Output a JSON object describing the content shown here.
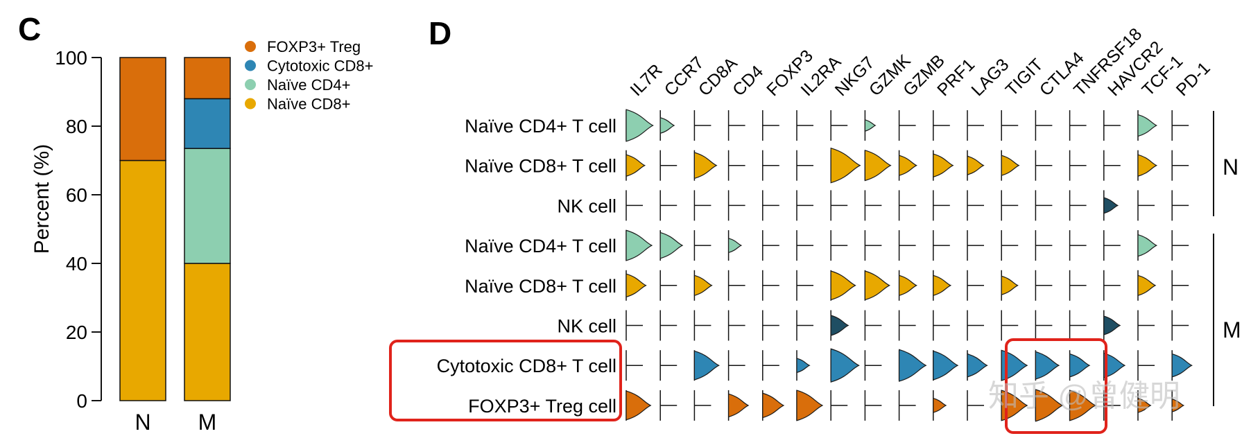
{
  "panel_c": {
    "label": "C",
    "legend": [
      "FOXP3+ Treg",
      "Cytotoxic CD8+",
      "Naïve CD4+",
      "Naïve CD8+"
    ]
  },
  "panel_d": {
    "label": "D",
    "group_labels": [
      "N",
      "M"
    ]
  },
  "watermark": "知乎 @曾健明",
  "colors": {
    "foxp3_treg": "#D96E0B",
    "cytotoxic_cd8": "#2E86B4",
    "naive_cd4": "#8DCFB0",
    "naive_cd8": "#E8A800",
    "nk": "#1F4E63",
    "highlight": "#E0231B"
  },
  "chart_data": [
    {
      "type": "bar",
      "stacked": true,
      "categories": [
        "N",
        "M"
      ],
      "series": [
        {
          "name": "Naïve CD8+",
          "values": [
            70,
            40
          ]
        },
        {
          "name": "Naïve CD4+",
          "values": [
            0,
            33.5
          ]
        },
        {
          "name": "Cytotoxic CD8+",
          "values": [
            0,
            14.5
          ]
        },
        {
          "name": "FOXP3+ Treg",
          "values": [
            30,
            12
          ]
        }
      ],
      "ylabel": "Percent (%)",
      "ylim": [
        0,
        100
      ],
      "yticks": [
        0,
        20,
        40,
        60,
        80,
        100
      ]
    },
    {
      "type": "violin",
      "genes": [
        "IL7R",
        "CCR7",
        "CD8A",
        "CD4",
        "FOXP3",
        "IL2RA",
        "NKG7",
        "GZMK",
        "GZMB",
        "PRF1",
        "LAG3",
        "TIGIT",
        "CTLA4",
        "TNFRSF18",
        "HAVCR2",
        "TCF-1",
        "PD-1"
      ],
      "rows": [
        {
          "label": "Naïve CD4+ T cell",
          "group": "N",
          "color_key": "naive_cd4",
          "levels": [
            0.9,
            0.35,
            0,
            0,
            0,
            0,
            0,
            0.2,
            0,
            0,
            0,
            0,
            0,
            0,
            0,
            0.55,
            0
          ]
        },
        {
          "label": "Naïve CD8+ T cell",
          "group": "N",
          "color_key": "naive_cd8",
          "levels": [
            0.55,
            0,
            0.7,
            0,
            0,
            0,
            1.0,
            0.85,
            0.5,
            0.6,
            0.45,
            0.5,
            0,
            0,
            0,
            0.55,
            0
          ]
        },
        {
          "label": "NK cell",
          "group": "N",
          "color_key": "nk",
          "levels": [
            0,
            0,
            0,
            0,
            0,
            0,
            0,
            0,
            0,
            0,
            0,
            0,
            0,
            0,
            0.35,
            0,
            0
          ]
        },
        {
          "label": "Naïve CD4+ T cell",
          "group": "M",
          "color_key": "naive_cd4",
          "levels": [
            0.85,
            0.7,
            0,
            0.3,
            0,
            0,
            0,
            0,
            0,
            0,
            0,
            0,
            0,
            0,
            0,
            0.55,
            0
          ]
        },
        {
          "label": "Naïve CD8+ T cell",
          "group": "M",
          "color_key": "naive_cd8",
          "levels": [
            0.6,
            0,
            0.5,
            0,
            0,
            0,
            0.8,
            0.8,
            0.5,
            0.5,
            0,
            0.45,
            0,
            0,
            0,
            0.5,
            0
          ]
        },
        {
          "label": "NK cell",
          "group": "M",
          "color_key": "nk",
          "levels": [
            0,
            0,
            0,
            0,
            0,
            0,
            0.5,
            0,
            0,
            0,
            0,
            0,
            0,
            0,
            0.45,
            0,
            0
          ]
        },
        {
          "label": "Cytotoxic CD8+ T cell",
          "group": "M",
          "color_key": "cytotoxic_cd8",
          "levels": [
            0,
            0,
            0.8,
            0,
            0,
            0.3,
            0.95,
            0,
            0.9,
            0.8,
            0.6,
            0.85,
            0.75,
            0.6,
            0.65,
            0,
            0.6
          ]
        },
        {
          "label": "FOXP3+ Treg cell",
          "group": "M",
          "color_key": "foxp3_treg",
          "levels": [
            0.8,
            0,
            0,
            0.6,
            0.65,
            0.85,
            0,
            0,
            0,
            0.3,
            0,
            0.85,
            0.9,
            0.85,
            0,
            0.3,
            0.25
          ]
        }
      ]
    }
  ]
}
